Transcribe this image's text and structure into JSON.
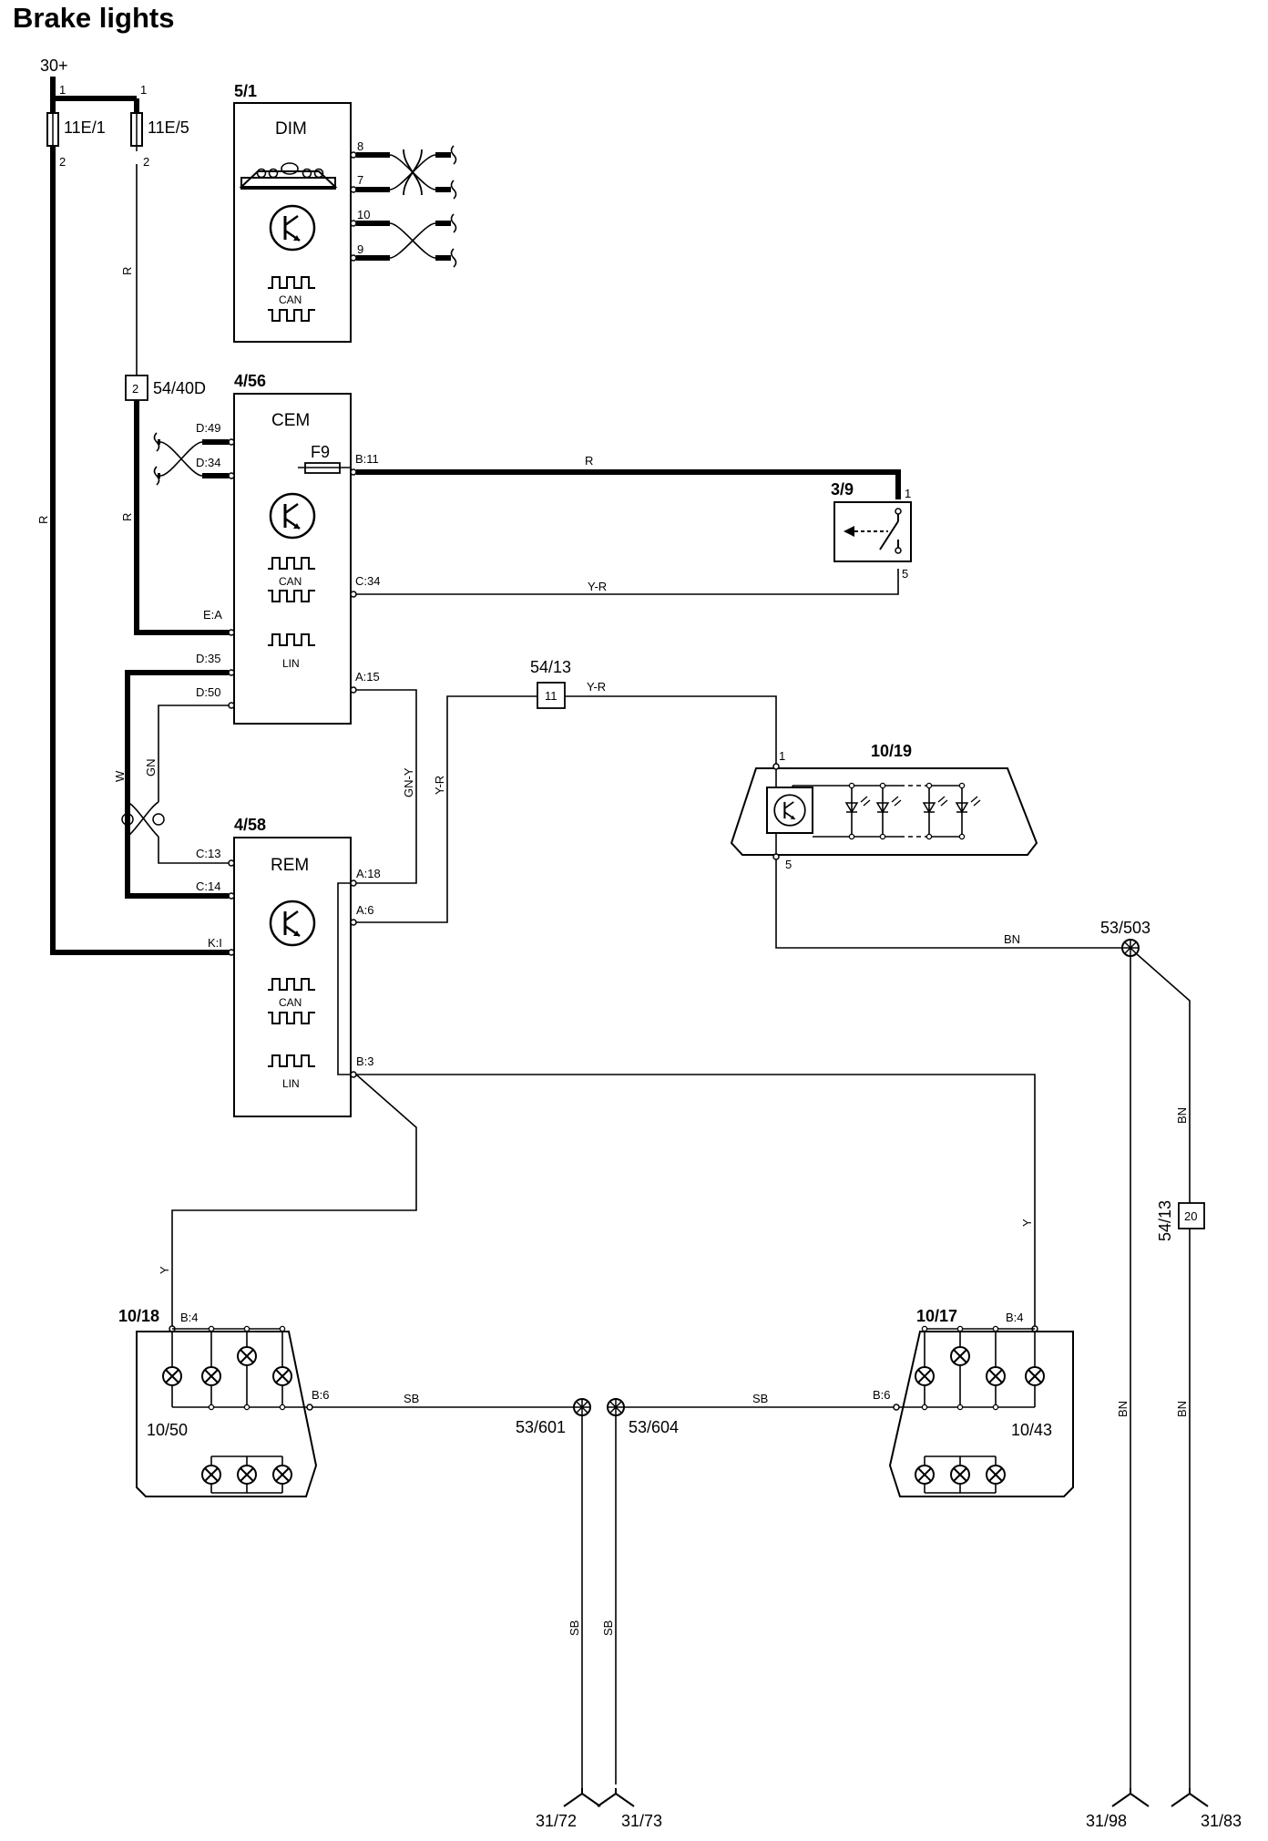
{
  "title": "Brake lights",
  "supply": "30+",
  "fuses": {
    "f1": {
      "name": "11E/1",
      "pin_top": "1",
      "pin_bottom": "2"
    },
    "f2": {
      "name": "11E/5",
      "pin_top": "1",
      "pin_bottom": "2"
    },
    "cem_fuse": "F9"
  },
  "modules": {
    "dim": {
      "id": "5/1",
      "name": "DIM",
      "can": "CAN",
      "pins": [
        "8",
        "7",
        "10",
        "9"
      ]
    },
    "cem": {
      "id": "4/56",
      "name": "CEM",
      "can": "CAN",
      "lin": "LIN",
      "pins": {
        "d49": "D:49",
        "d34": "D:34",
        "b11": "B:11",
        "c34": "C:34",
        "ea": "E:A",
        "d35": "D:35",
        "d50": "D:50",
        "a15": "A:15"
      }
    },
    "rem": {
      "id": "4/58",
      "name": "REM",
      "can": "CAN",
      "lin": "LIN",
      "pins": {
        "c13": "C:13",
        "c14": "C:14",
        "a18": "A:18",
        "a6": "A:6",
        "ki": "K:I",
        "b3": "B:3"
      }
    },
    "switch": {
      "id": "3/9",
      "pin1": "1",
      "pin5": "5"
    },
    "hmsl": {
      "id": "10/19",
      "pin1": "1",
      "pin5": "5"
    },
    "left_lamp": {
      "id": "10/18",
      "bulb": "10/50",
      "b4": "B:4",
      "b6": "B:6"
    },
    "right_lamp": {
      "id": "10/17",
      "bulb": "10/43",
      "b4": "B:4",
      "b6": "B:6"
    }
  },
  "connectors": {
    "c5440d": {
      "pin": "2",
      "name": "54/40D"
    },
    "c5413a": {
      "pin": "11",
      "name": "54/13"
    },
    "c5413b": {
      "pin": "20",
      "name": "54/13"
    }
  },
  "splices": {
    "s503": "53/503",
    "s601": "53/601",
    "s604": "53/604"
  },
  "grounds": {
    "g72": "31/72",
    "g73": "31/73",
    "g98": "31/98",
    "g83": "31/83"
  },
  "wire_colors": {
    "r1": "R",
    "r2": "R",
    "r3": "R",
    "r4": "R",
    "yr1": "Y-R",
    "yr2": "Y-R",
    "yr3": "Y-R",
    "w": "W",
    "gn": "GN",
    "gny": "GN-Y",
    "bn1": "BN",
    "bn2": "BN",
    "bn3": "BN",
    "bn4": "BN",
    "y1": "Y",
    "y2": "Y",
    "sb1": "SB",
    "sb2": "SB",
    "sb3": "SB",
    "sb4": "SB"
  }
}
